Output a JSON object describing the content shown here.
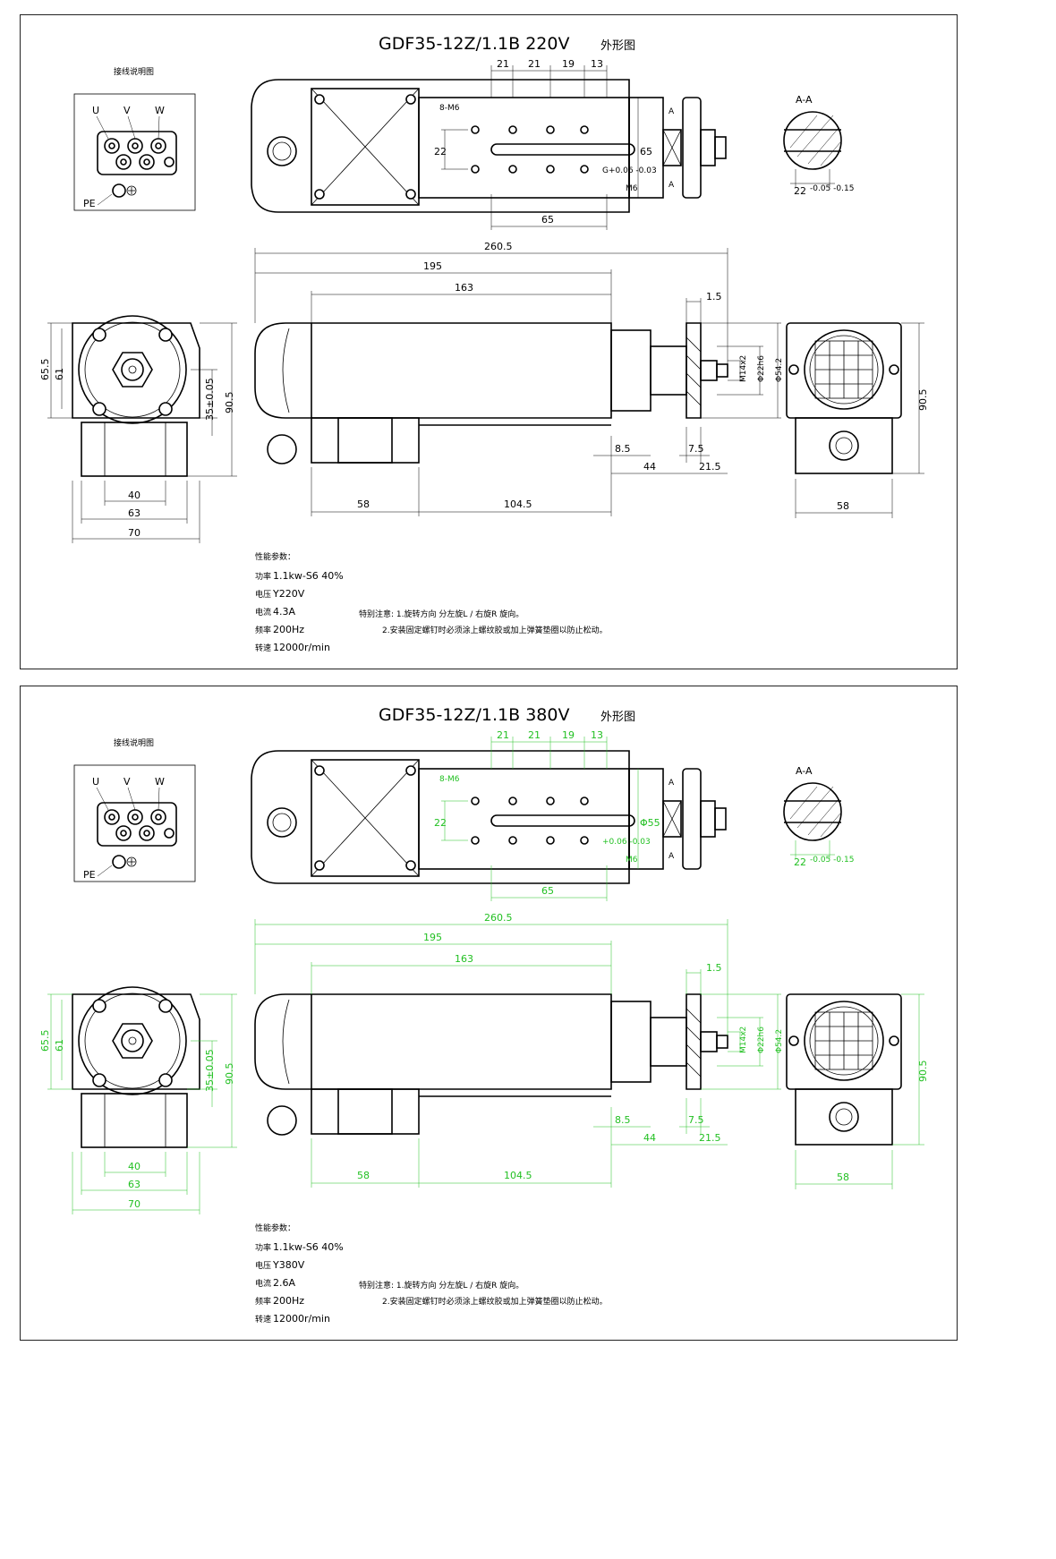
{
  "sheets": [
    {
      "title": "GDF35-12Z/1.1B  220V",
      "title_cn": "外形图",
      "dim_color": "#000000",
      "wiring_title": "接线说明图",
      "phases": [
        "U",
        "V",
        "W"
      ],
      "pe_label": "PE",
      "section_label": "A-A",
      "section_mark": "A",
      "top_dims": [
        "21",
        "21",
        "19",
        "13"
      ],
      "top_dim_65": "65",
      "top_dim_65v": "65",
      "top_dim_22": "22",
      "thread_label": "8-M6",
      "shaft_fit_label": "G+0.06 -0.03",
      "m6_label": "M6",
      "section_dim": "22",
      "section_tol": "-0.05 -0.15",
      "front_dims": {
        "d61": "61",
        "d655": "65.5",
        "d35": "35±0.05",
        "d905": "90.5",
        "d40": "40",
        "d63": "63",
        "d70": "70"
      },
      "side_dims": {
        "d2605": "260.5",
        "d195": "195",
        "d163": "163",
        "d15": "1.5",
        "dM14": "M14x2",
        "d22h6": "Φ22h6",
        "d542": "Φ54.2",
        "d85": "8.5",
        "d75": "7.5",
        "d44": "44",
        "d215": "21.5",
        "d58": "58",
        "d1045": "104.5"
      },
      "rear_dims": {
        "d905": "90.5",
        "d58": "58"
      },
      "spec_title": "性能参数：",
      "specs": [
        {
          "k": "功率",
          "v": "1.1kw-S6 40%"
        },
        {
          "k": "电压",
          "v": "Y220V"
        },
        {
          "k": "电流",
          "v": "4.3A"
        },
        {
          "k": "频率",
          "v": "200Hz"
        },
        {
          "k": "转速",
          "v": "12000r/min"
        }
      ],
      "notes": [
        "特别注意: 1.旋转方向 分左旋L / 右旋R 旋向。",
        "2.安装固定螺钉时必须涂上螺纹胶或加上弹簧垫圈以防止松动。"
      ]
    },
    {
      "title": "GDF35-12Z/1.1B  380V",
      "title_cn": "外形图",
      "dim_color": "#22c022",
      "wiring_title": "接线说明图",
      "phases": [
        "U",
        "V",
        "W"
      ],
      "pe_label": "PE",
      "section_label": "A-A",
      "section_mark": "A",
      "top_dims": [
        "21",
        "21",
        "19",
        "13"
      ],
      "top_dim_65": "65",
      "top_dim_65v": "Φ55",
      "top_dim_22": "22",
      "thread_label": "8-M6",
      "shaft_fit_label": "+0.06 -0.03",
      "m6_label": "M6",
      "section_dim": "22",
      "section_tol": "-0.05 -0.15",
      "front_dims": {
        "d61": "61",
        "d655": "65.5",
        "d35": "35±0.05",
        "d905": "90.5",
        "d40": "40",
        "d63": "63",
        "d70": "70"
      },
      "side_dims": {
        "d2605": "260.5",
        "d195": "195",
        "d163": "163",
        "d15": "1.5",
        "dM14": "M14x2",
        "d22h6": "Φ22h6",
        "d542": "Φ54.2",
        "d85": "8.5",
        "d75": "7.5",
        "d44": "44",
        "d215": "21.5",
        "d58": "58",
        "d1045": "104.5"
      },
      "rear_dims": {
        "d905": "90.5",
        "d58": "58"
      },
      "spec_title": "性能参数：",
      "specs": [
        {
          "k": "功率",
          "v": "1.1kw-S6 40%"
        },
        {
          "k": "电压",
          "v": "Y380V"
        },
        {
          "k": "电流",
          "v": "2.6A"
        },
        {
          "k": "频率",
          "v": "200Hz"
        },
        {
          "k": "转速",
          "v": "12000r/min"
        }
      ],
      "notes": [
        "特别注意: 1.旋转方向 分左旋L / 右旋R 旋向。",
        "2.安装固定螺钉时必须涂上螺纹胶或加上弹簧垫圈以防止松动。"
      ]
    }
  ]
}
